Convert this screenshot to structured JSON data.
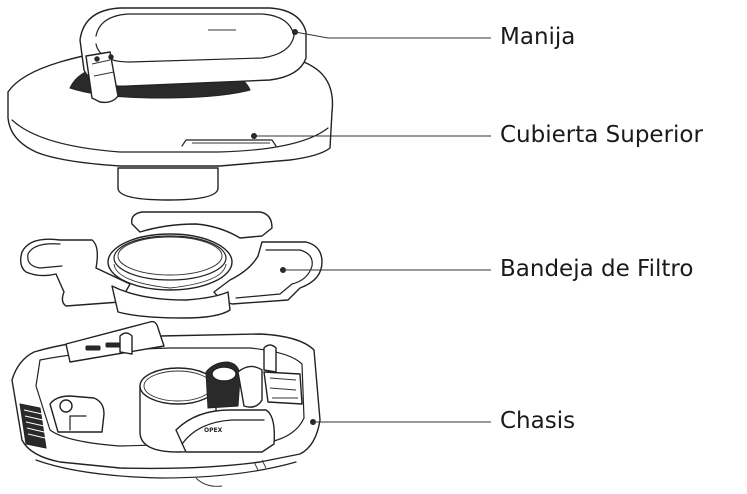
{
  "labels": {
    "handle": "Manija",
    "top_cover": "Cubierta Superior",
    "filter_tray": "Bandeja de Filtro",
    "chassis": "Chasis"
  },
  "chassis_badge": "OPEX"
}
